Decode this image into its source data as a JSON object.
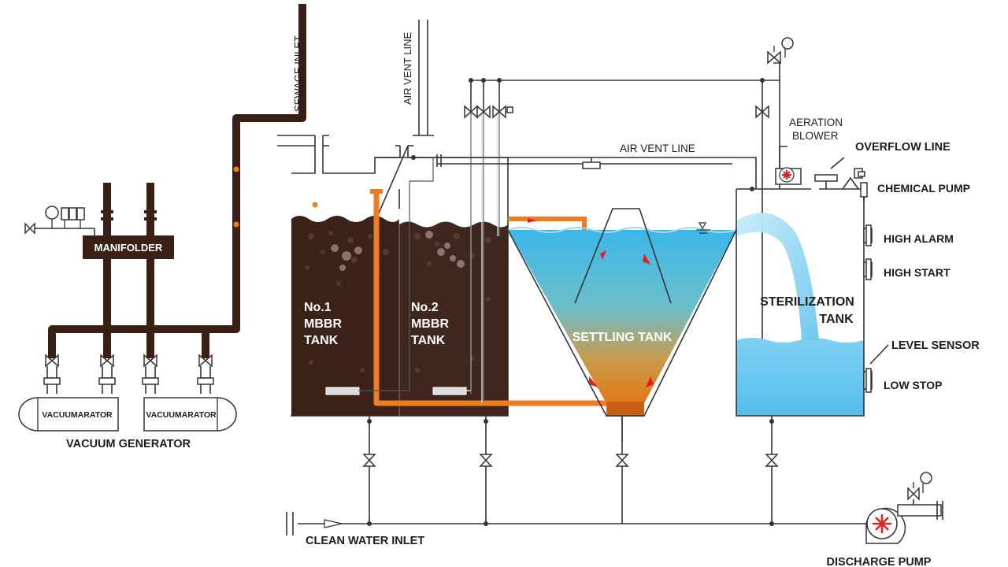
{
  "labels": {
    "manifolder": "MANIFOLDER",
    "vacuumarator_1": "VACUUMARATOR",
    "vacuumarator_2": "VACUUMARATOR",
    "vacuum_generator": "VACUUM GENERATOR",
    "sewage_inlet": "SEWAGE INLET",
    "air_vent_line_vertical": "AIR VENT LINE",
    "air_vent_line_horizontal": "AIR VENT LINE",
    "tank1": [
      "No.1",
      "MBBR",
      "TANK"
    ],
    "tank2": [
      "No.2",
      "MBBR",
      "TANK"
    ],
    "settling_tank": "SETTLING TANK",
    "sterilization_tank": [
      "STERILIZATION",
      "TANK"
    ],
    "aeration_blower": [
      "AERATION",
      "BLOWER"
    ],
    "overflow_line": "OVERFLOW LINE",
    "chemical_pump": "CHEMICAL PUMP",
    "high_alarm": "HIGH ALARM",
    "high_start": "HIGH START",
    "level_sensor": "LEVEL SENSOR",
    "low_stop": "LOW STOP",
    "clean_water_inlet": "CLEAN WATER INLET",
    "discharge_pump": "DISCHARGE PUMP"
  },
  "colors": {
    "sludge": "#3b2118",
    "sewage_pipe": "#3a1f17",
    "return_pipe": "#ee7d22",
    "water_blue": "#5fc0ec",
    "settling_bottom": "#e07b1a",
    "alarm_red": "#e02020"
  }
}
